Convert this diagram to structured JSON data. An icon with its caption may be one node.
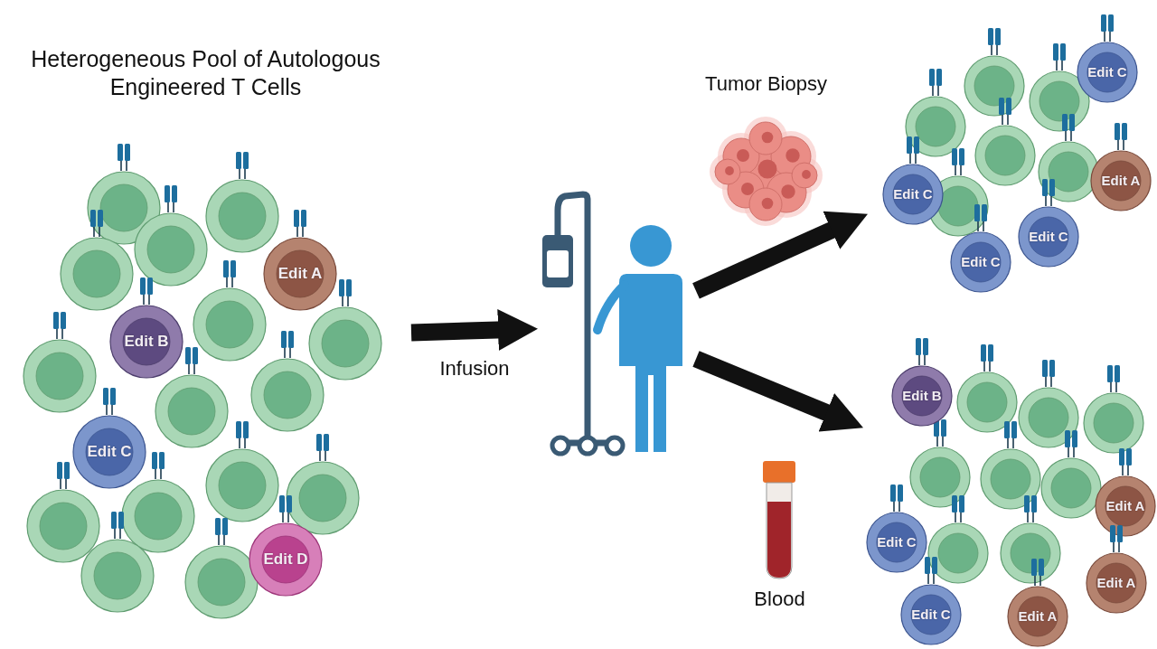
{
  "diagram": {
    "nodes": [
      {
        "text": [
          "Heterogeneous Pool of Autologous Engineered T Cells"
        ]
      },
      {
        "text": [],
        "shape": "circle",
        "in": 0
      },
      {
        "text": [],
        "shape": "circle",
        "in": 0
      },
      {
        "text": [],
        "shape": "circle",
        "in": 0
      },
      {
        "text": [],
        "shape": "circle",
        "in": 0
      },
      {
        "text": [
          "Edit A"
        ],
        "in": 0
      },
      {
        "text": [],
        "shape": "circle",
        "in": 0
      },
      {
        "text": [
          "Edit B"
        ],
        "in": 0
      },
      {
        "text": [],
        "shape": "circle",
        "in": 0
      },
      {
        "text": [],
        "shape": "circle",
        "in": 0
      },
      {
        "text": [],
        "shape": "circle",
        "in": 0
      },
      {
        "text": [],
        "shape": "circle",
        "in": 0
      },
      {
        "text": [
          "Edit C"
        ],
        "in": 0
      },
      {
        "text": [],
        "shape": "circle",
        "in": 0
      },
      {
        "text": [],
        "shape": "circle",
        "in": 0
      },
      {
        "text": [],
        "shape": "circle",
        "in": 0
      },
      {
        "text": [],
        "shape": "circle",
        "in": 0
      },
      {
        "text": [
          "Edit D"
        ],
        "in": 0
      },
      {
        "text": [],
        "shape": "circle",
        "in": 0
      },
      {
        "text": [],
        "shape": "circle",
        "in": 0
      },
      {
        "text": [
          "Tumor Biopsy"
        ]
      },
      {
        "text": [],
        "shape": "person"
      },
      {
        "text": [],
        "shape": "picture"
      },
      {
        "text": [
          "Edit C"
        ],
        "in": 22
      },
      {
        "text": [],
        "shape": "circle",
        "in": 22
      },
      {
        "text": [],
        "shape": "circle",
        "in": 22
      },
      {
        "text": [],
        "shape": "circle",
        "in": 22
      },
      {
        "text": [],
        "shape": "circle",
        "in": 22
      },
      {
        "text": [
          "Edit C"
        ],
        "in": 22
      },
      {
        "text": [],
        "shape": "circle",
        "in": 22
      },
      {
        "text": [
          "Edit A"
        ],
        "in": 22
      },
      {
        "text": [],
        "shape": "circle",
        "in": 22
      },
      {
        "text": [
          "Edit C"
        ],
        "in": 22
      },
      {
        "text": [
          "Edit C"
        ],
        "in": 22
      },
      {
        "text": [],
        "shape": "picture"
      },
      {
        "text": [
          "Edit B"
        ],
        "in": 34
      },
      {
        "text": [],
        "shape": "circle",
        "in": 34
      },
      {
        "text": [],
        "shape": "circle",
        "in": 34
      },
      {
        "text": [],
        "shape": "circle",
        "in": 34
      },
      {
        "text": [],
        "shape": "circle",
        "in": 34
      },
      {
        "text": [],
        "shape": "circle",
        "in": 34
      },
      {
        "text": [
          "Edit C"
        ],
        "in": 34
      },
      {
        "text": [
          "Edit A"
        ],
        "in": 34
      },
      {
        "text": [],
        "shape": "circle",
        "in": 34
      },
      {
        "text": [],
        "shape": "circle",
        "in": 34
      },
      {
        "text": [],
        "shape": "circle",
        "in": 34
      },
      {
        "text": [
          "Edit A"
        ],
        "in": 34
      },
      {
        "text": [
          "Edit C"
        ],
        "in": 34
      },
      {
        "text": [
          "Edit A"
        ],
        "in": 34
      },
      {
        "text": [
          "Blood"
        ]
      }
    ],
    "edges": [
      {
        "from": 0,
        "to": 21,
        "arrow": "to",
        "label": "Infusion"
      },
      {
        "from": 21,
        "to": 22,
        "arrow": "to"
      },
      {
        "from": 21,
        "to": 34,
        "arrow": "to"
      }
    ]
  }
}
